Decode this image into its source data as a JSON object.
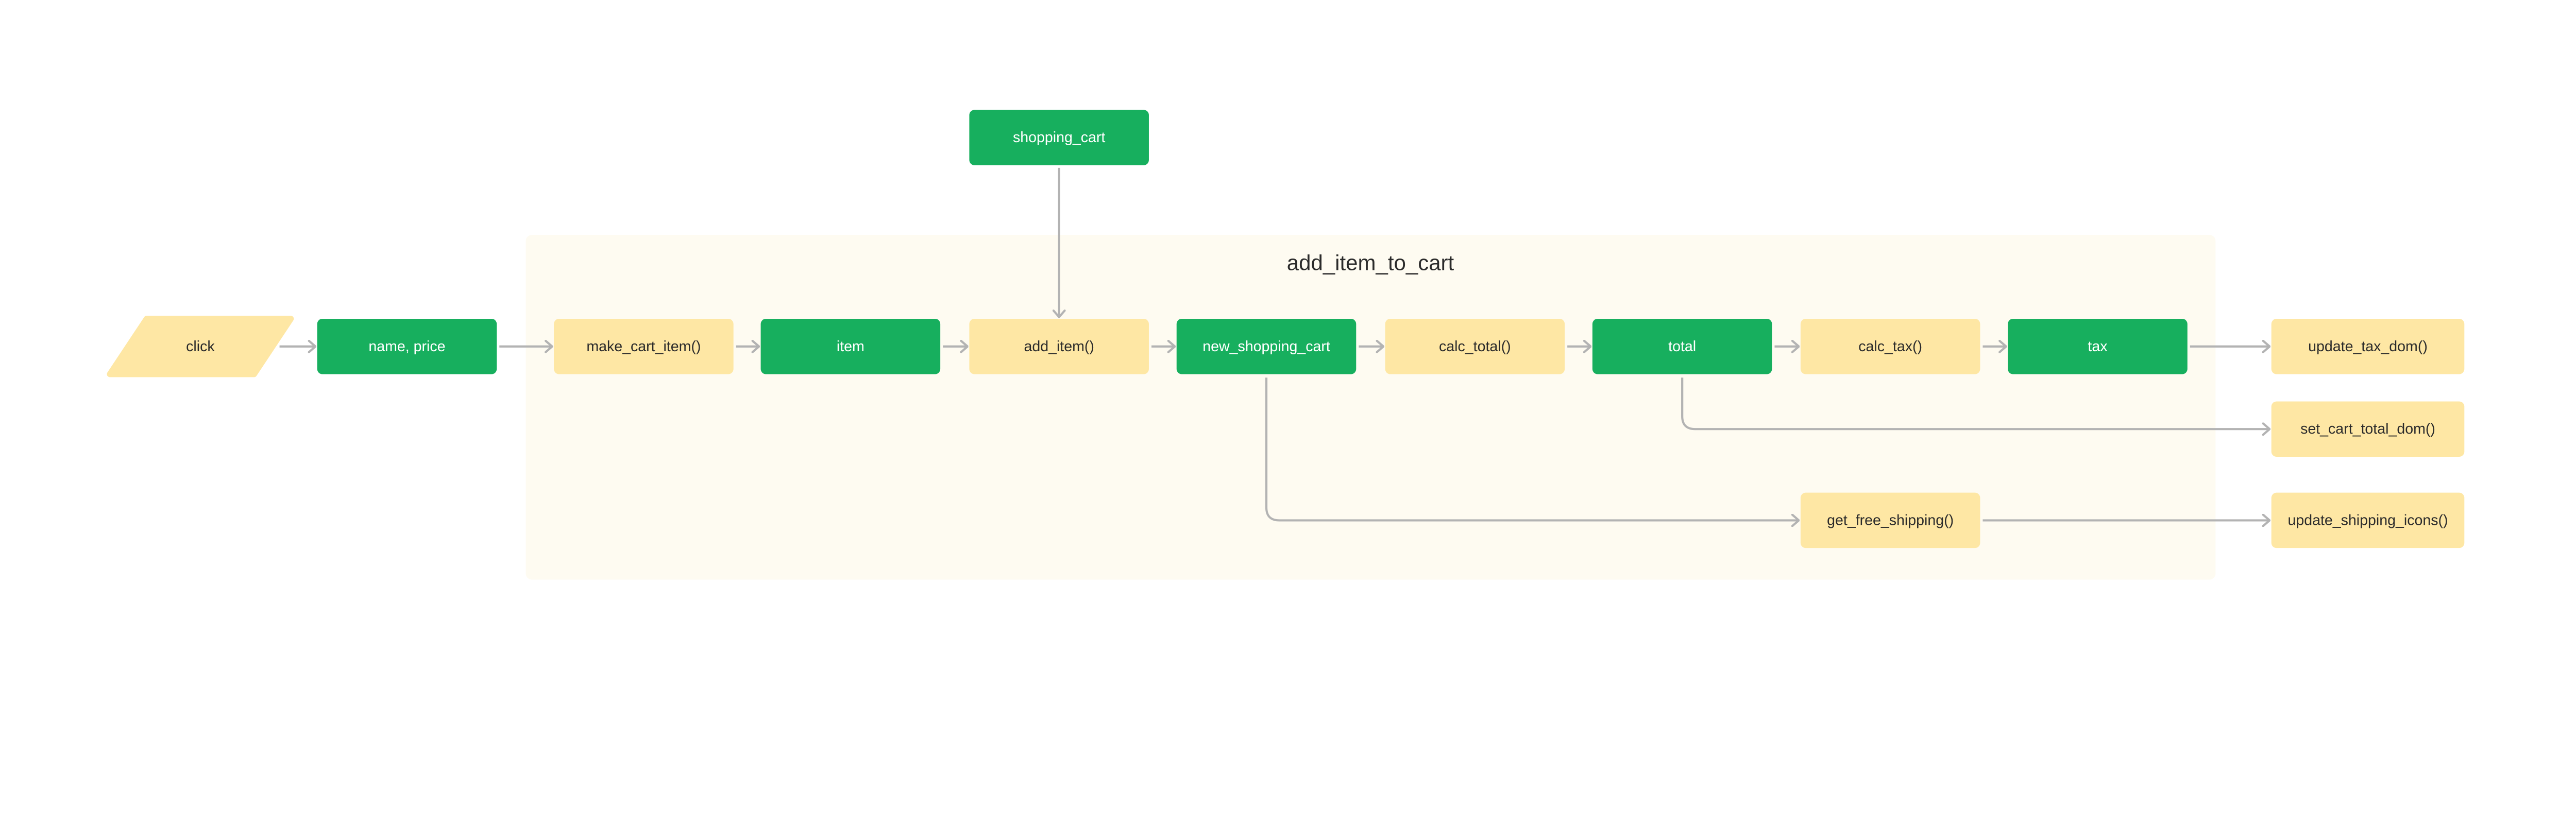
{
  "colors": {
    "data_node": "#17AF5E",
    "action_node": "#FEE7A4",
    "group_background": "#FEFBF1",
    "edge": "#B3B3B3",
    "dark_text": "#2b2b2b",
    "light_text": "#ffffff"
  },
  "group": {
    "title": "add_item_to_cart"
  },
  "nodes": [
    {
      "id": "click",
      "label": "click",
      "kind": "input"
    },
    {
      "id": "name_price",
      "label": "name, price",
      "kind": "data"
    },
    {
      "id": "make_cart_item",
      "label": "make_cart_item()",
      "kind": "action"
    },
    {
      "id": "item",
      "label": "item",
      "kind": "data"
    },
    {
      "id": "add_item",
      "label": "add_item()",
      "kind": "action"
    },
    {
      "id": "new_shopping_cart",
      "label": "new_shopping_cart",
      "kind": "data"
    },
    {
      "id": "calc_total",
      "label": "calc_total()",
      "kind": "action"
    },
    {
      "id": "total",
      "label": "total",
      "kind": "data"
    },
    {
      "id": "calc_tax",
      "label": "calc_tax()",
      "kind": "action"
    },
    {
      "id": "tax",
      "label": "tax",
      "kind": "data"
    },
    {
      "id": "update_tax_dom",
      "label": "update_tax_dom()",
      "kind": "action"
    },
    {
      "id": "set_cart_total_dom",
      "label": "set_cart_total_dom()",
      "kind": "action"
    },
    {
      "id": "get_free_shipping",
      "label": "get_free_shipping()",
      "kind": "action"
    },
    {
      "id": "update_shipping_icons",
      "label": "update_shipping_icons()",
      "kind": "action"
    },
    {
      "id": "shopping_cart",
      "label": "shopping_cart",
      "kind": "data"
    }
  ],
  "edges": [
    [
      "click",
      "name_price"
    ],
    [
      "name_price",
      "make_cart_item"
    ],
    [
      "make_cart_item",
      "item"
    ],
    [
      "item",
      "add_item"
    ],
    [
      "add_item",
      "new_shopping_cart"
    ],
    [
      "new_shopping_cart",
      "calc_total"
    ],
    [
      "calc_total",
      "total"
    ],
    [
      "total",
      "calc_tax"
    ],
    [
      "calc_tax",
      "tax"
    ],
    [
      "tax",
      "update_tax_dom"
    ],
    [
      "shopping_cart",
      "add_item"
    ],
    [
      "total",
      "set_cart_total_dom"
    ],
    [
      "new_shopping_cart",
      "get_free_shipping"
    ],
    [
      "get_free_shipping",
      "update_shipping_icons"
    ]
  ]
}
